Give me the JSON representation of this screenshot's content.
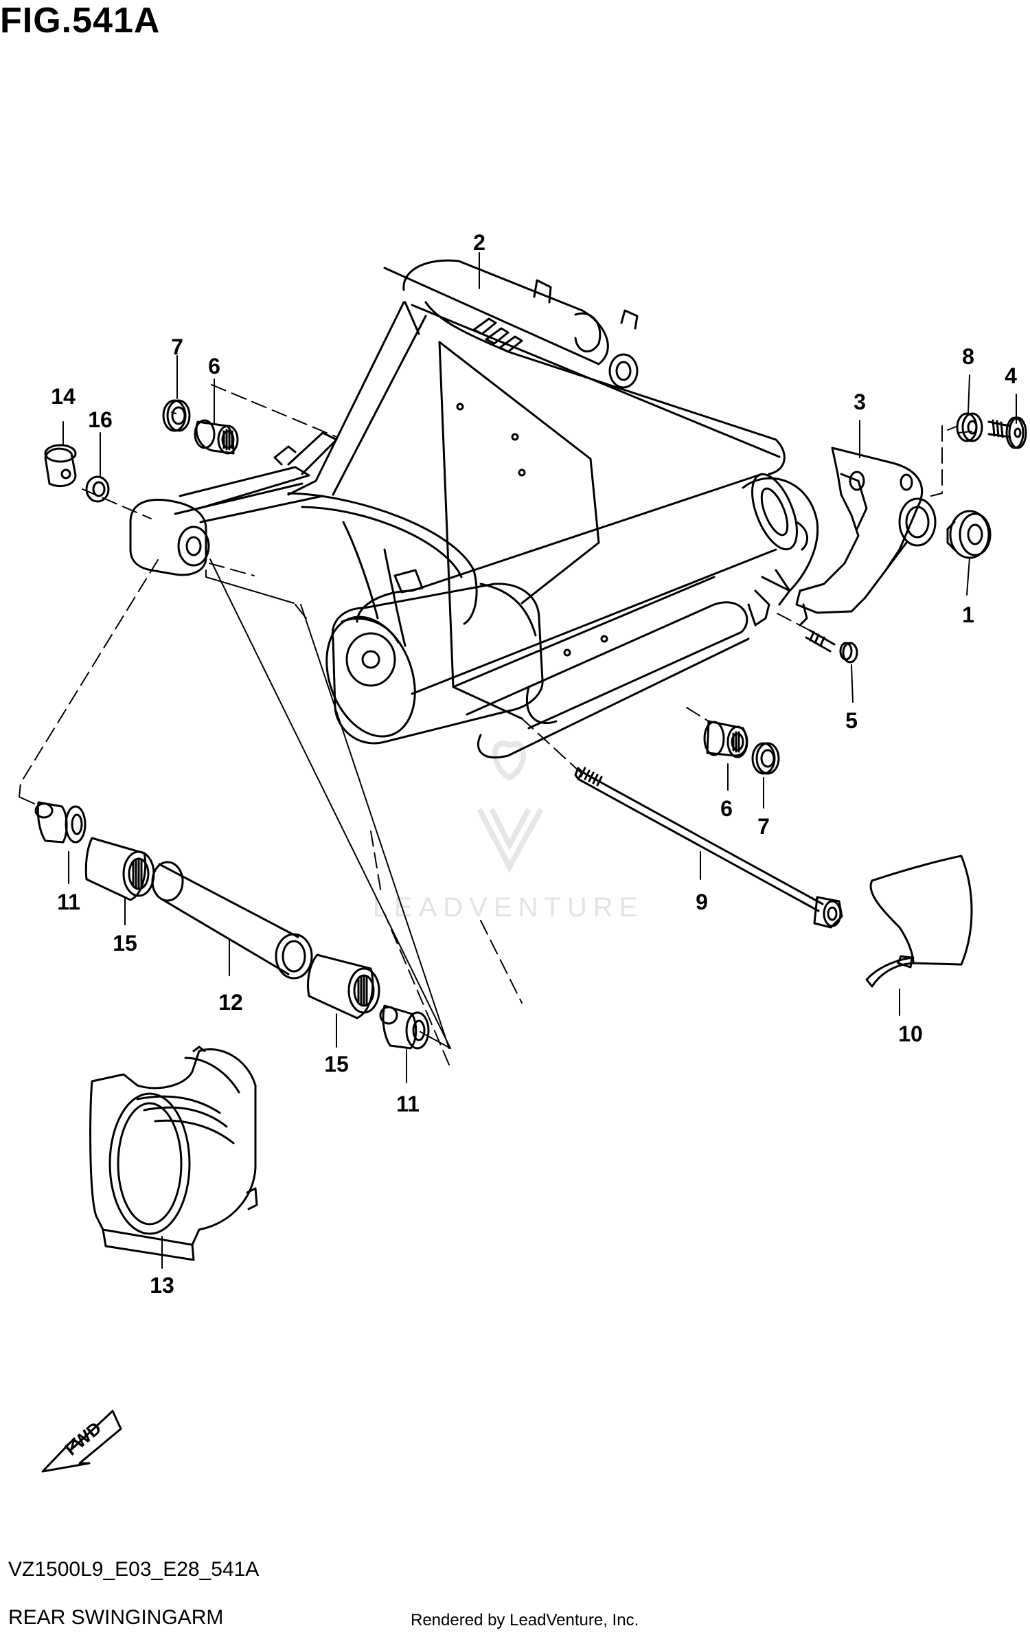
{
  "figure": {
    "title": "FIG.541A",
    "code": "VZ1500L9_E03_E28_541A",
    "name": "REAR SWINGINGARM",
    "credit": "Rendered by LeadVenture, Inc.",
    "watermark": "LEADVENTURE",
    "direction_label": "FWD"
  },
  "callouts": {
    "p1": "1",
    "p2": "2",
    "p3": "3",
    "p4": "4",
    "p5": "5",
    "p6a": "6",
    "p6b": "6",
    "p7a": "7",
    "p7b": "7",
    "p8": "8",
    "p9": "9",
    "p10": "10",
    "p11a": "11",
    "p11b": "11",
    "p12": "12",
    "p13": "13",
    "p14": "14",
    "p15a": "15",
    "p15b": "15",
    "p16": "16"
  }
}
